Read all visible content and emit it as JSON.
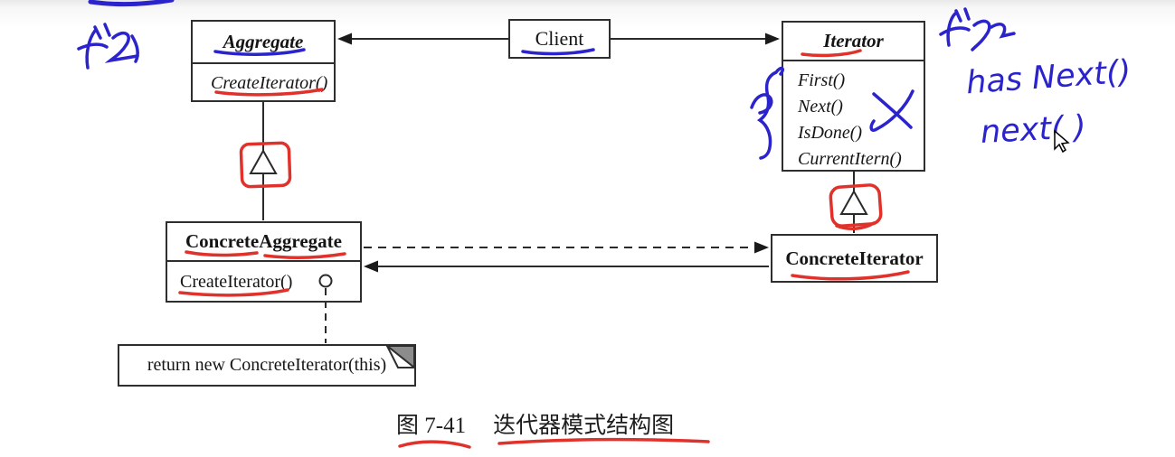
{
  "figure": {
    "caption_prefix": "图 7-41",
    "caption_title": "迭代器模式结构图"
  },
  "classes": {
    "aggregate": {
      "name": "Aggregate",
      "methods": [
        "CreateIterator()"
      ]
    },
    "client": {
      "name": "Client"
    },
    "iterator": {
      "name": "Iterator",
      "methods": [
        "First()",
        "Next()",
        "IsDone()",
        "CurrentItern()"
      ]
    },
    "concrete_aggregate": {
      "name": "ConcreteAggregate",
      "methods": [
        "CreateIterator()"
      ]
    },
    "concrete_iterator": {
      "name": "ConcreteIterator"
    }
  },
  "note": {
    "text": "return new ConcreteIterator(this)"
  },
  "annotations": {
    "has_next_text": "has Next()",
    "next_text": "next( )"
  },
  "colors": {
    "ink_red": "#e0312b",
    "ink_blue": "#2b23cc",
    "diagram_line": "#2a2a2a",
    "note_fold_gray": "#8c8c8c"
  }
}
